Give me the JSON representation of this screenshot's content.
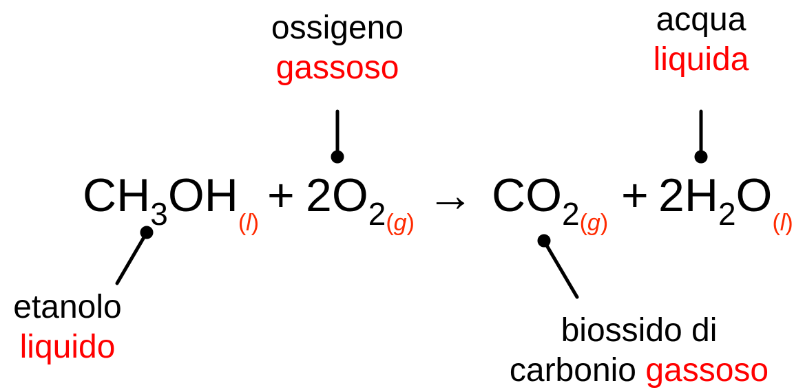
{
  "labels": {
    "oxygen": {
      "line1": "ossigeno",
      "line2": "gassoso"
    },
    "water": {
      "line1": "acqua",
      "line2": "liquida"
    },
    "ethanol": {
      "line1": "etanolo",
      "line2": "liquido"
    },
    "co2": {
      "line1": "biossido di",
      "line2a": "carbonio ",
      "line2b": "gassoso"
    }
  },
  "equation": {
    "r1_base": "CH",
    "r1_sub": "3",
    "r1_rest": "OH",
    "r1_state_l": "(",
    "r1_state": "l",
    "r1_state_r": ")",
    "plus1": "+",
    "r2_coef": "2O",
    "r2_sub": "2",
    "r2_state_l": "(",
    "r2_state": "g",
    "r2_state_r": ")",
    "arrow": "→",
    "p1_base": "CO",
    "p1_sub": "2",
    "p1_state_l": "(",
    "p1_state": "g",
    "p1_state_r": ")",
    "plus2": "+",
    "p2_coef": "2H",
    "p2_sub": "2",
    "p2_rest": "O",
    "p2_state_l": "(",
    "p2_state": "l",
    "p2_state_r": ")"
  },
  "colors": {
    "state_label": "#ff0000",
    "text": "#000000"
  }
}
